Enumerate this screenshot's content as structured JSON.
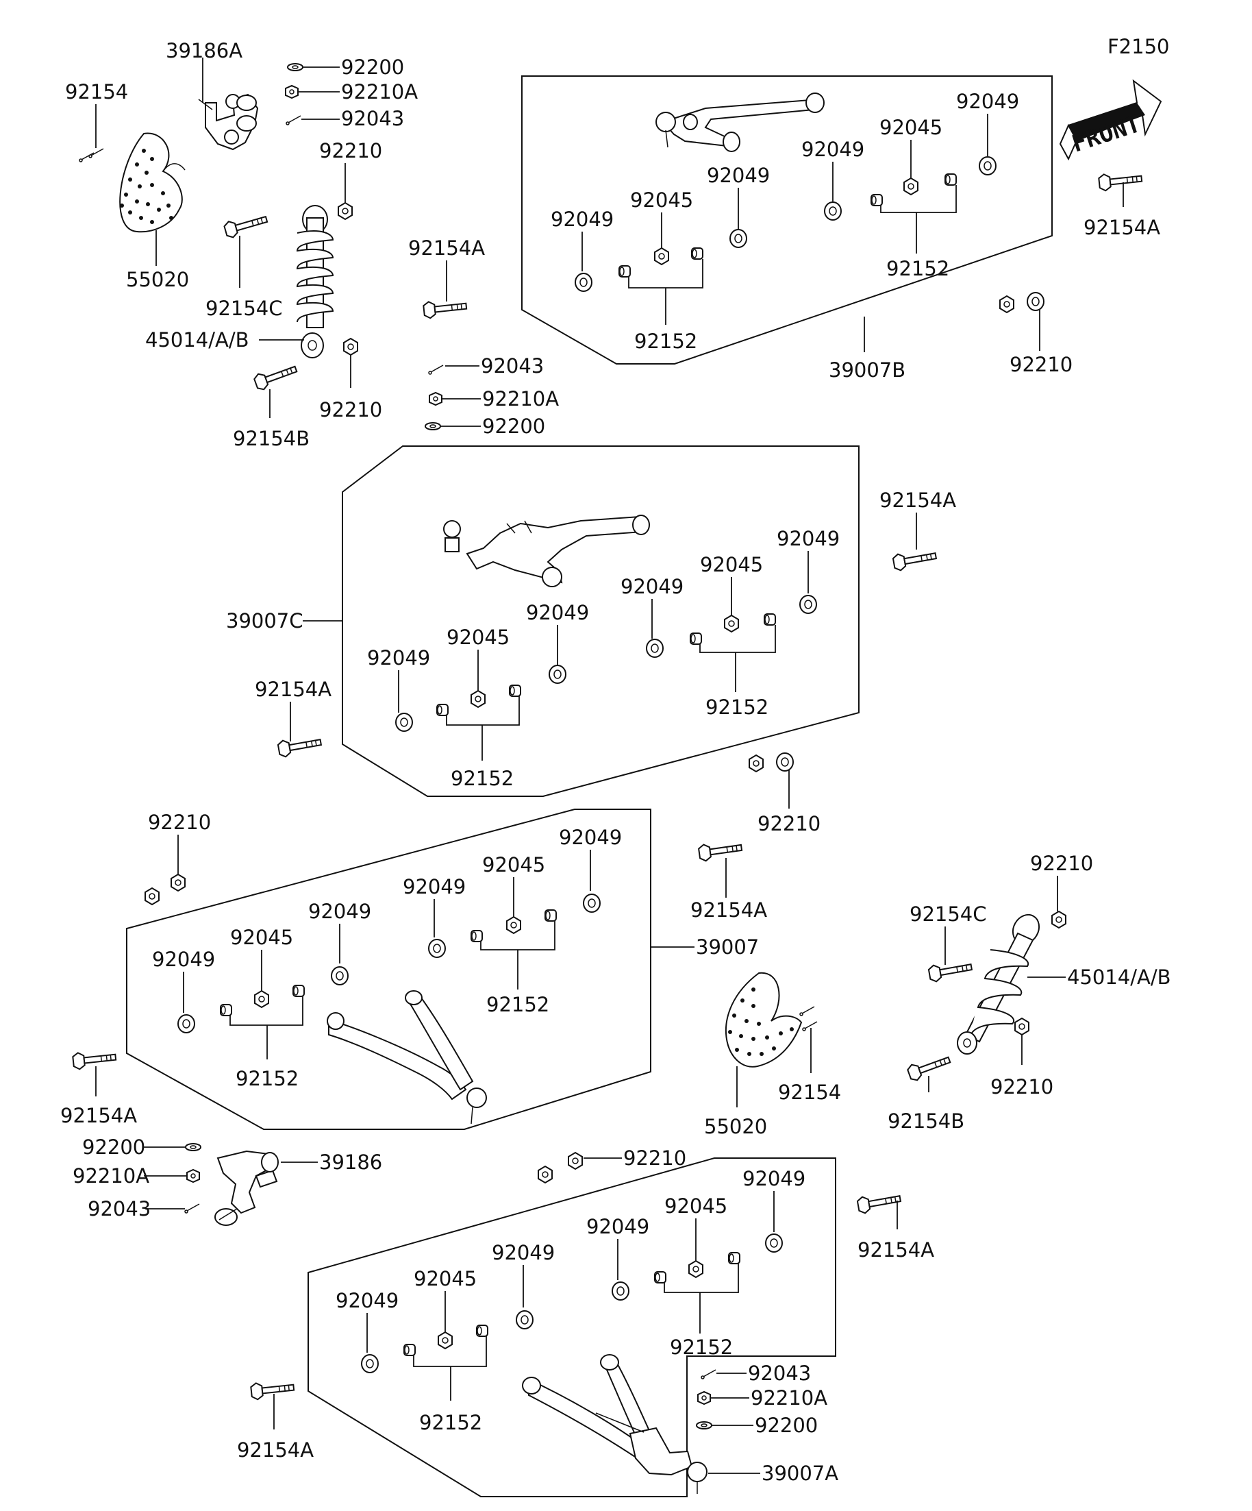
{
  "diagram_code": "F2150",
  "front_label": "FRONT",
  "parts": {
    "p_92200": "92200",
    "p_92210A": "92210A",
    "p_92043": "92043",
    "p_39186A": "39186A",
    "p_39186": "39186",
    "p_92154": "92154",
    "p_55020": "55020",
    "p_92210": "92210",
    "p_92154A": "92154A",
    "p_92154B": "92154B",
    "p_92154C": "92154C",
    "p_45014": "45014/A/B",
    "p_92049": "92049",
    "p_92045": "92045",
    "p_92152": "92152",
    "p_39007": "39007",
    "p_39007A": "39007A",
    "p_39007B": "39007B",
    "p_39007C": "39007C"
  }
}
